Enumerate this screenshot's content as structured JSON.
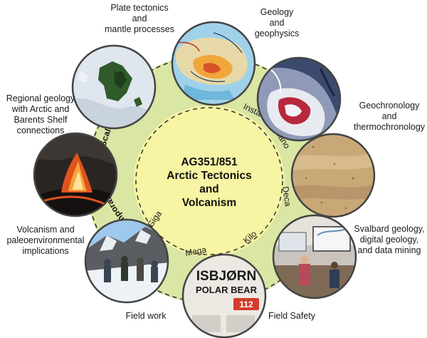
{
  "center": {
    "lines": [
      "AG351/851",
      "Arctic Tectonics",
      "and",
      "Volcanism"
    ]
  },
  "scales_title": "Temporal and Spatial Scales:",
  "scales": [
    "Instantaneous",
    "Nano",
    "Deca",
    "Kilo",
    "Mega",
    "Giga"
  ],
  "topics": {
    "plate_tectonics": [
      "Plate tectonics",
      "and",
      "mantle processes"
    ],
    "geology_geophysics": [
      "Geology",
      "and",
      "geophysics"
    ],
    "geochronology": [
      "Geochronology",
      "and",
      "thermochronology"
    ],
    "svalbard": [
      "Svalbard geology,",
      "digital geology,",
      "and data mining"
    ],
    "field_safety": [
      "Field Safety"
    ],
    "field_work": [
      "Field work"
    ],
    "volcanism": [
      "Volcanism and",
      "paleoenvironmental",
      "implications"
    ],
    "regional_geology": [
      "Regional geology",
      "with Arctic and",
      "Barents Shelf",
      "connections"
    ]
  },
  "photo_texts": {
    "sign_title": "ISBJØRN",
    "sign_subtitle": "POLAR BEAR",
    "sign_number": "112"
  },
  "colors": {
    "ring": "#d9e6a4",
    "center": "#f7f4a3",
    "text": "#1a1a1a"
  }
}
